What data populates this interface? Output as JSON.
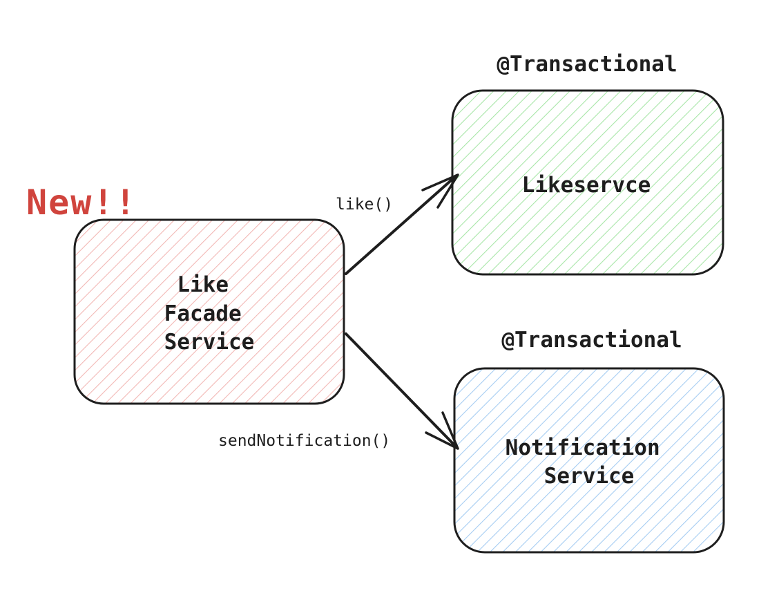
{
  "badge": {
    "text": "New!!",
    "color": "#d0443d"
  },
  "nodes": {
    "facade": {
      "lines": [
        "Like",
        "Facade",
        "Service"
      ],
      "fill": "#f2b8b5"
    },
    "like_service": {
      "annotation": "@Transactional",
      "lines": [
        "Likeservce"
      ],
      "fill": "#a8e6a8"
    },
    "notification_service": {
      "annotation": "@Transactional",
      "lines": [
        "Notification",
        "Service"
      ],
      "fill": "#a6cdf2"
    }
  },
  "edges": {
    "like": {
      "label": "like()"
    },
    "notify": {
      "label": "sendNotification()"
    }
  },
  "colors": {
    "stroke": "#1e1e1e",
    "text": "#1e1e1e",
    "accent": "#d0443d"
  }
}
